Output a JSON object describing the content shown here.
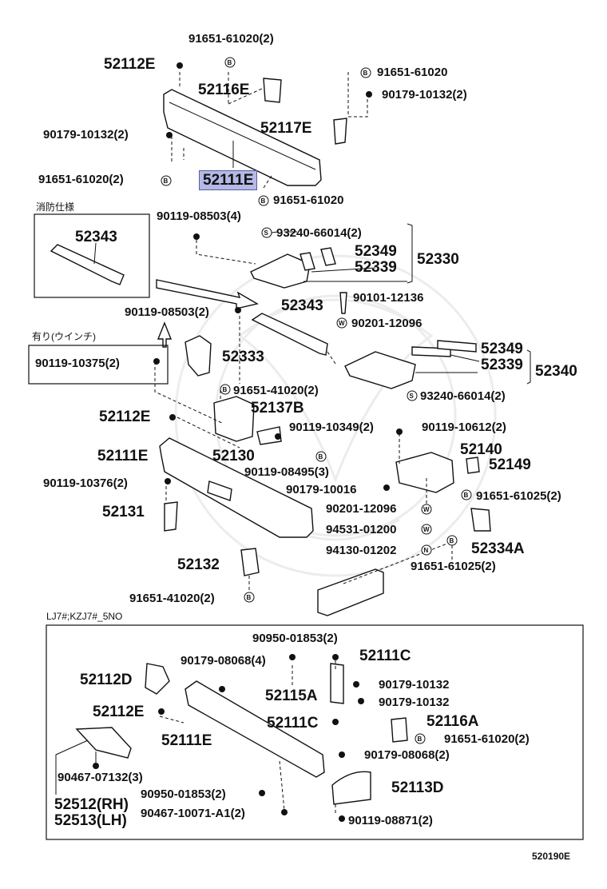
{
  "diagram_id": "520190E",
  "sections": {
    "fire_spec": "消防仕様",
    "with_winch": "有り(ウインチ)",
    "model_note": "LJ7#;KZJ7#_5NO"
  },
  "labels": {
    "p1": "91651-61020(2)",
    "p2": "52112E",
    "p3": "91651-61020",
    "p4": "52116E",
    "p5": "90179-10132(2)",
    "p6": "90179-10132(2)",
    "p7": "52117E",
    "p8": "91651-61020(2)",
    "p9": "52111E",
    "p10": "91651-61020",
    "p11": "90119-08503(4)",
    "p12": "52343",
    "p13": "93240-66014(2)",
    "p14": "52349",
    "p15": "52339",
    "p16": "52330",
    "p17": "90101-12136",
    "p18": "52343",
    "p19": "90119-08503(2)",
    "p20": "90201-12096",
    "p21": "90119-10375(2)",
    "p22": "52333",
    "p23": "52349",
    "p24": "52339",
    "p25": "52340",
    "p26": "91651-41020(2)",
    "p27": "93240-66014(2)",
    "p28": "52112E",
    "p29": "52137B",
    "p30": "90119-10349(2)",
    "p31": "90119-10612(2)",
    "p32": "52111E",
    "p33": "52130",
    "p34": "52140",
    "p35": "90119-08495(3)",
    "p36": "52149",
    "p37": "90119-10376(2)",
    "p38": "90179-10016",
    "p39": "91651-61025(2)",
    "p40": "52131",
    "p41": "90201-12096",
    "p42": "94531-01200",
    "p43": "52334A",
    "p44": "94130-01202",
    "p45": "52132",
    "p46": "91651-61025(2)",
    "p47": "91651-41020(2)",
    "p48": "90950-01853(2)",
    "p49": "52111C",
    "p50": "90179-08068(4)",
    "p51": "52112D",
    "p52": "90179-10132",
    "p53": "52115A",
    "p54": "90179-10132",
    "p55": "52112E",
    "p56": "52111C",
    "p57": "52116A",
    "p58": "52111E",
    "p59": "91651-61020(2)",
    "p60": "90179-08068(2)",
    "p61": "90467-07132(3)",
    "p62": "52113D",
    "p63": "52512(RH)",
    "p64": "90950-01853(2)",
    "p65": "52513(LH)",
    "p66": "90467-10071-A1(2)",
    "p67": "90119-08871(2)"
  },
  "symbols": {
    "bolt": "B",
    "screw": "S",
    "washer": "W",
    "nut": "N"
  }
}
